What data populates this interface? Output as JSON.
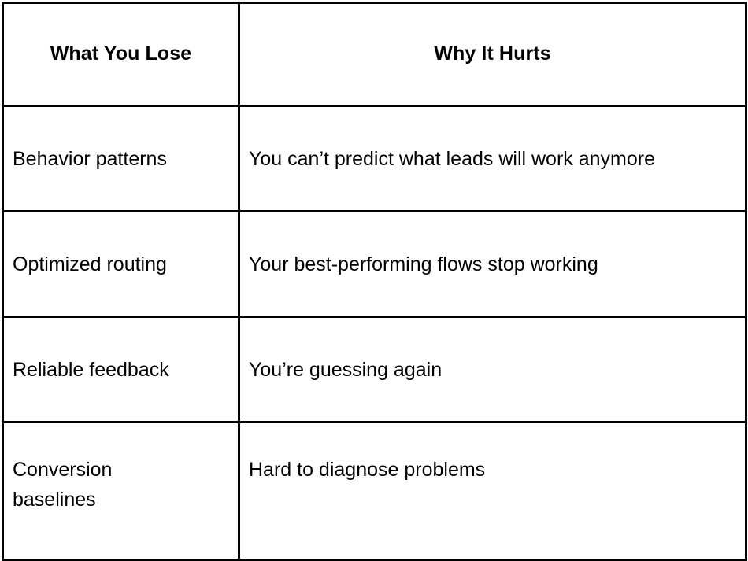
{
  "table": {
    "caption": "What You Lose / Why It Hurts",
    "columns": [
      {
        "key": "lose",
        "header": "What You Lose"
      },
      {
        "key": "hurts",
        "header": "Why It Hurts"
      }
    ],
    "rows": [
      {
        "lose": "Behavior patterns",
        "hurts": "You can’t predict what leads will work anymore"
      },
      {
        "lose": "Optimized routing",
        "hurts": "Your best-performing flows stop working"
      },
      {
        "lose": "Reliable feedback",
        "hurts": "You’re guessing again"
      },
      {
        "lose": "Conversion baselines",
        "hurts": "Hard to diagnose problems"
      }
    ]
  },
  "style": {
    "border_color": "#000000",
    "background_color": "#ffffff",
    "text_color": "#000000"
  }
}
